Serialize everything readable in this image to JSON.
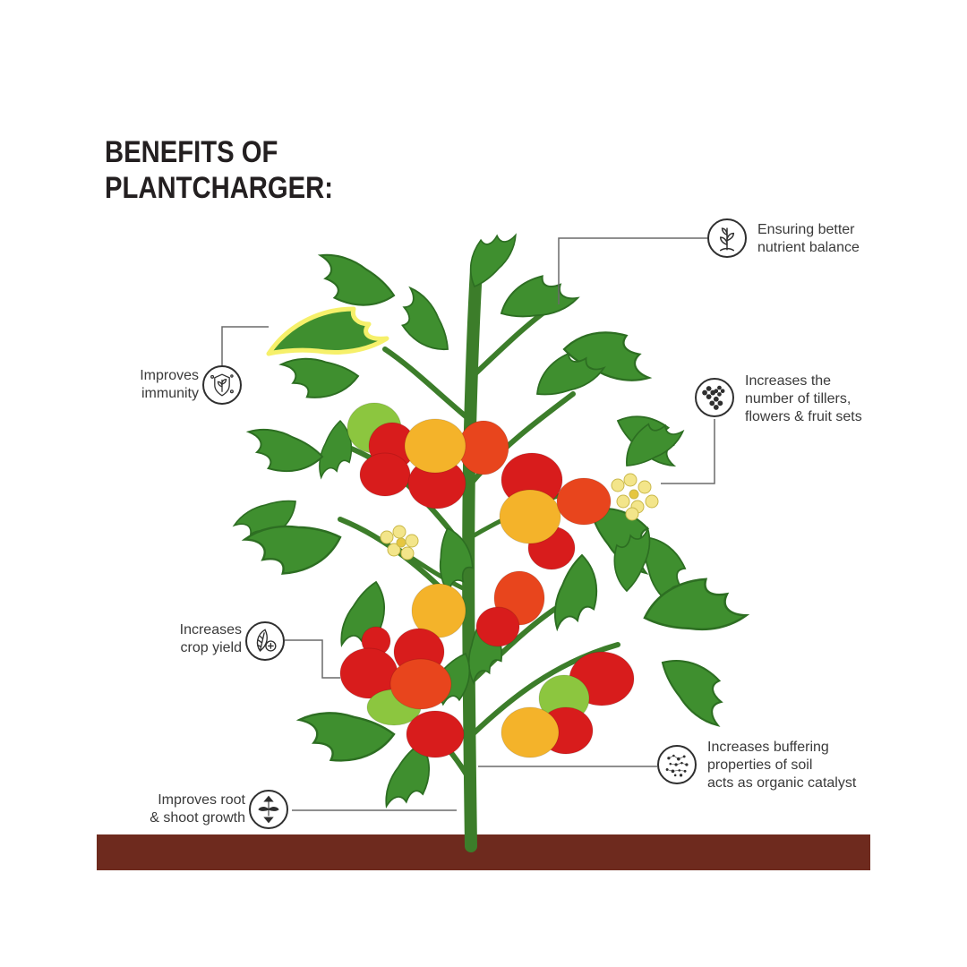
{
  "title": {
    "line1": "BENEFITS OF",
    "line2": "PLANTCHARGER:"
  },
  "benefits": {
    "nutrient": {
      "line1": "Ensuring better",
      "line2": "nutrient balance",
      "icon": "plant-sprout-icon"
    },
    "immunity": {
      "line1": "Improves",
      "line2": "immunity",
      "icon": "shielded-plant-icon"
    },
    "tillers": {
      "line1": "Increases the",
      "line2": "number of tillers,",
      "line3": "flowers & fruit sets",
      "icon": "flowers-icon"
    },
    "yield": {
      "line1": "Increases",
      "line2": "crop yield",
      "icon": "leaf-plus-icon"
    },
    "buffering": {
      "line1": "Increases buffering",
      "line2": "properties of soil",
      "line3": "acts as organic catalyst",
      "icon": "soil-particles-icon"
    },
    "root": {
      "line1": "Improves root",
      "line2": "& shoot growth",
      "icon": "root-shoot-arrows-icon"
    }
  },
  "colors": {
    "leaf": "#3f8f2f",
    "leaf_dark": "#2d6e22",
    "stem": "#3c7d2a",
    "tomato_red": "#d81c1c",
    "tomato_orange": "#f08a1a",
    "tomato_yellow": "#f4b32a",
    "tomato_green": "#8cc63f",
    "flower": "#f3e58a",
    "soil": "#6e2a1e",
    "highlight": "#f6f06a"
  }
}
